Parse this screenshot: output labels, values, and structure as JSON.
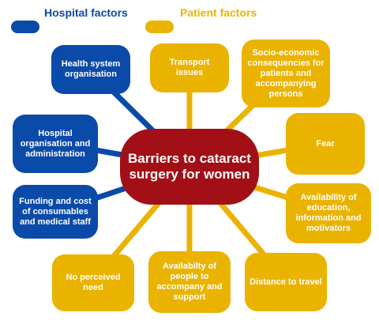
{
  "legend": {
    "hospital_label": "Hospital factors",
    "patient_label": "Patient factors"
  },
  "center": {
    "text": "Barriers to cataract surgery for women"
  },
  "hospital_factors": [
    "Health system organisation",
    "Hospital organisation and administration",
    "Funding and cost of consumables and medical staff"
  ],
  "patient_factors": [
    "Transport issues",
    "Socio-economic consequencies for patients and accompanying persons",
    "Fear",
    "Availability of education, information and motivators",
    "Distance to travel",
    "Availabilty of people to accompany and support",
    "No perceived need"
  ],
  "colors": {
    "hospital": "#0a4aa8",
    "patient": "#eab300",
    "center": "#a30f16",
    "hospital_text": "#0a4aa8",
    "patient_text": "#eab300"
  }
}
